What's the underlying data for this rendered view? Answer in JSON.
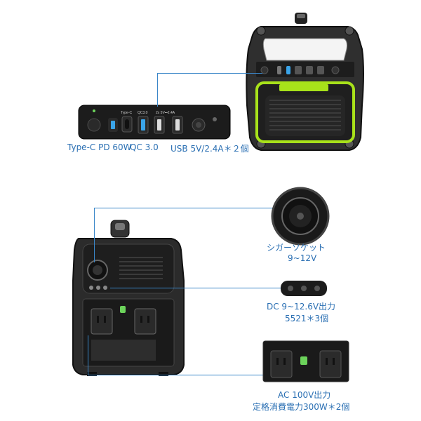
{
  "top_panel": {
    "port_labels": {
      "typec": "Type-C",
      "qc": "QC3.0",
      "usb": "2x 5V⎓2.4A"
    },
    "captions": {
      "typec_pd": "Type-C PD 60W",
      "qc30": "QC 3.0",
      "usb": "USB 5V/2.4A＊２個"
    }
  },
  "bottom_panel": {
    "cigar_label": "シガーソケット",
    "cigar_voltage": "9~12V",
    "dc_label": "DC 9~12.6V出力",
    "dc_spec": "5521＊3個",
    "ac_label": "AC 100V出力",
    "ac_spec": "定格消費電力300W＊2個"
  },
  "colors": {
    "accent_blue": "#2a6fb3",
    "line_blue": "#3a86c8",
    "lime": "#a8e21a",
    "body_dark": "#2b2b2b"
  }
}
